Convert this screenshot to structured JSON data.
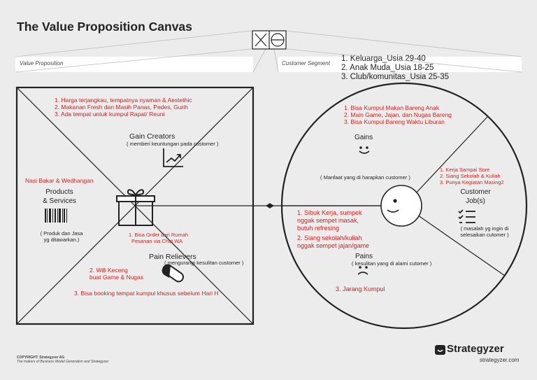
{
  "title": "The Value Proposition Canvas",
  "header": {
    "value_proposition_label": "Value Proposition",
    "customer_segment_label": "Customer Segment",
    "segments": [
      "1. Keluarga_Usia 29-40",
      "2. Anak Muda_Usia 18-25",
      "3. Club/komunitas_Usia 25-35"
    ]
  },
  "value_map": {
    "gain_creators_items": [
      "1. Harga terjangkau, tempatnya nyaman & Aestethic",
      "2. Makanan Fresh dan Masih Panas, Pedes, Gurih",
      "3. Ada tempat untuk kumpul Rapat/ Reuni"
    ],
    "gain_creators_title": "Gain Creators",
    "gain_creators_desc": "( memberi keuntungan pada customer )",
    "products_items": [
      "Nasi Bakar & Wedhangan"
    ],
    "products_title_1": "Products",
    "products_title_2": "& Services",
    "products_desc_1": "( Produk dan Jasa",
    "products_desc_2": "yg ditawarkan.)",
    "mid_items": [
      "1. Bisa Order dari Rumah",
      "Pesanan via Chat WA"
    ],
    "pain_relievers_title": "Pain Relievers",
    "pain_relievers_desc": "( mengurangi kesulitan customer )",
    "pain_relievers_items": [
      "2. Wifi Keceng",
      "buat Game & Nugas"
    ],
    "pain_relievers_item3": "3. Bisa booking tempat kumpul khusus sebelum Hari H"
  },
  "customer_profile": {
    "gains_items": [
      "1. Bisa Kumpul Makan Bareng Anak",
      "2. Main Game, Jajan, dan Nugas Bareng",
      "3. Bisa Kumpul Bareng Waktu Liburan"
    ],
    "gains_title": "Gains",
    "gains_desc": "( Manfaat yang di harapkan customer )",
    "jobs_items": [
      "1. Kerja Sampai Sore",
      "2. Siang Sekolah & Kuliah",
      "3. Punya Kegiatan Masing2"
    ],
    "jobs_title_1": "Customer",
    "jobs_title_2": "Job(s)",
    "jobs_desc_1": "( masalah yg ingin di",
    "jobs_desc_2": "selesaikan cutomer )",
    "pains_items": [
      "1. Sibuk Kerja, sumpek",
      "nggak sempet masak,",
      " butuh refresing",
      "2. Siang sekolah/kuliah",
      "nggak sempet jajan/game"
    ],
    "pains_title": "Pains",
    "pains_desc": "( kesulitan yang di alami cutomer )",
    "pains_item3": "3. Jarang Kumpul"
  },
  "footer": {
    "copyright_1": "COPYRIGHT: Strategyzer AG",
    "copyright_2": "The makers of Business Model Generation and Strategyzer",
    "logo": "Strategyzer",
    "url": "strategyzer.com"
  },
  "colors": {
    "accent_red": "#d8201c",
    "line": "#222222",
    "bg": "#ececec"
  }
}
